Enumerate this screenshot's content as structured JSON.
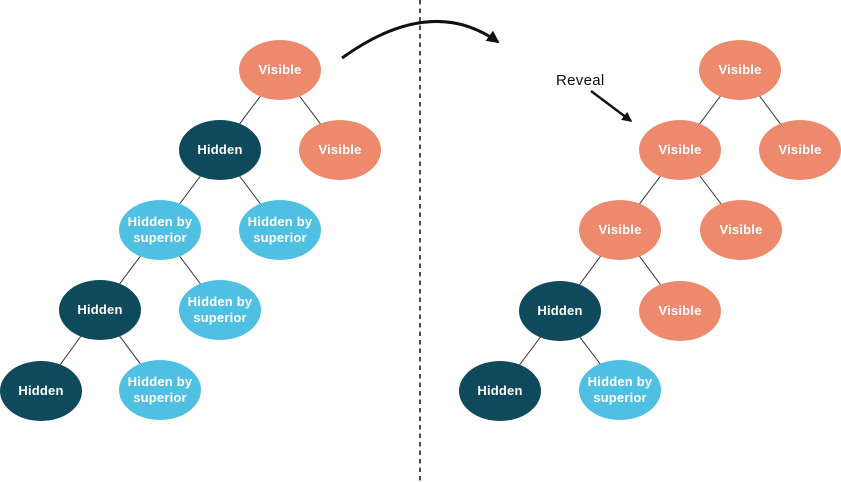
{
  "colors": {
    "visible": "#ED8A6E",
    "hidden": "#0E4A5B",
    "hidden_by_superior": "#4FC0E2",
    "node_text": "#FFFFFF",
    "line": "#333333",
    "arrow": "#111111",
    "label_text": "#111111",
    "background": "#FFFFFF"
  },
  "reveal": {
    "label": "Reveal"
  },
  "trees": {
    "left": {
      "name": "before-reveal",
      "nodes": [
        {
          "label": "Visible",
          "state": "visible"
        },
        {
          "label": "Hidden",
          "state": "hidden"
        },
        {
          "label": "Visible",
          "state": "visible"
        },
        {
          "label": "Hidden by superior",
          "state": "hidden-by-superior"
        },
        {
          "label": "Hidden by superior",
          "state": "hidden-by-superior"
        },
        {
          "label": "Hidden",
          "state": "hidden"
        },
        {
          "label": "Hidden by superior",
          "state": "hidden-by-superior"
        },
        {
          "label": "Hidden",
          "state": "hidden"
        },
        {
          "label": "Hidden by superior",
          "state": "hidden-by-superior"
        }
      ]
    },
    "right": {
      "name": "after-reveal",
      "nodes": [
        {
          "label": "Visible",
          "state": "visible"
        },
        {
          "label": "Visible",
          "state": "visible"
        },
        {
          "label": "Visible",
          "state": "visible"
        },
        {
          "label": "Visible",
          "state": "visible"
        },
        {
          "label": "Visible",
          "state": "visible"
        },
        {
          "label": "Hidden",
          "state": "hidden"
        },
        {
          "label": "Visible",
          "state": "visible"
        },
        {
          "label": "Hidden",
          "state": "hidden"
        },
        {
          "label": "Hidden by superior",
          "state": "hidden-by-superior"
        }
      ]
    }
  }
}
